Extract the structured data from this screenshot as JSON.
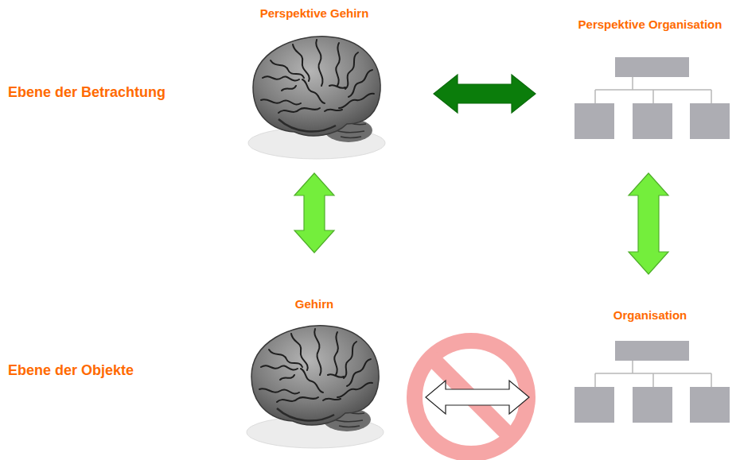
{
  "diagram": {
    "nodes": [
      {
        "text": [
          "Perspektive Gehirn"
        ]
      },
      {
        "text": [
          "Perspektive Organisation"
        ]
      },
      {
        "text": [
          "Gehirn"
        ]
      },
      {
        "text": [
          "Organisation"
        ]
      }
    ],
    "edges": [
      {
        "from": 0,
        "to": 1,
        "arrow": "both"
      },
      {
        "from": 0,
        "to": 2,
        "arrow": "both"
      },
      {
        "from": 1,
        "to": 3,
        "arrow": "both"
      },
      {
        "from": 2,
        "to": 3,
        "arrow": "both"
      }
    ],
    "labels": [
      "Ebene der Betrachtung",
      "Ebene der Objekte"
    ]
  }
}
